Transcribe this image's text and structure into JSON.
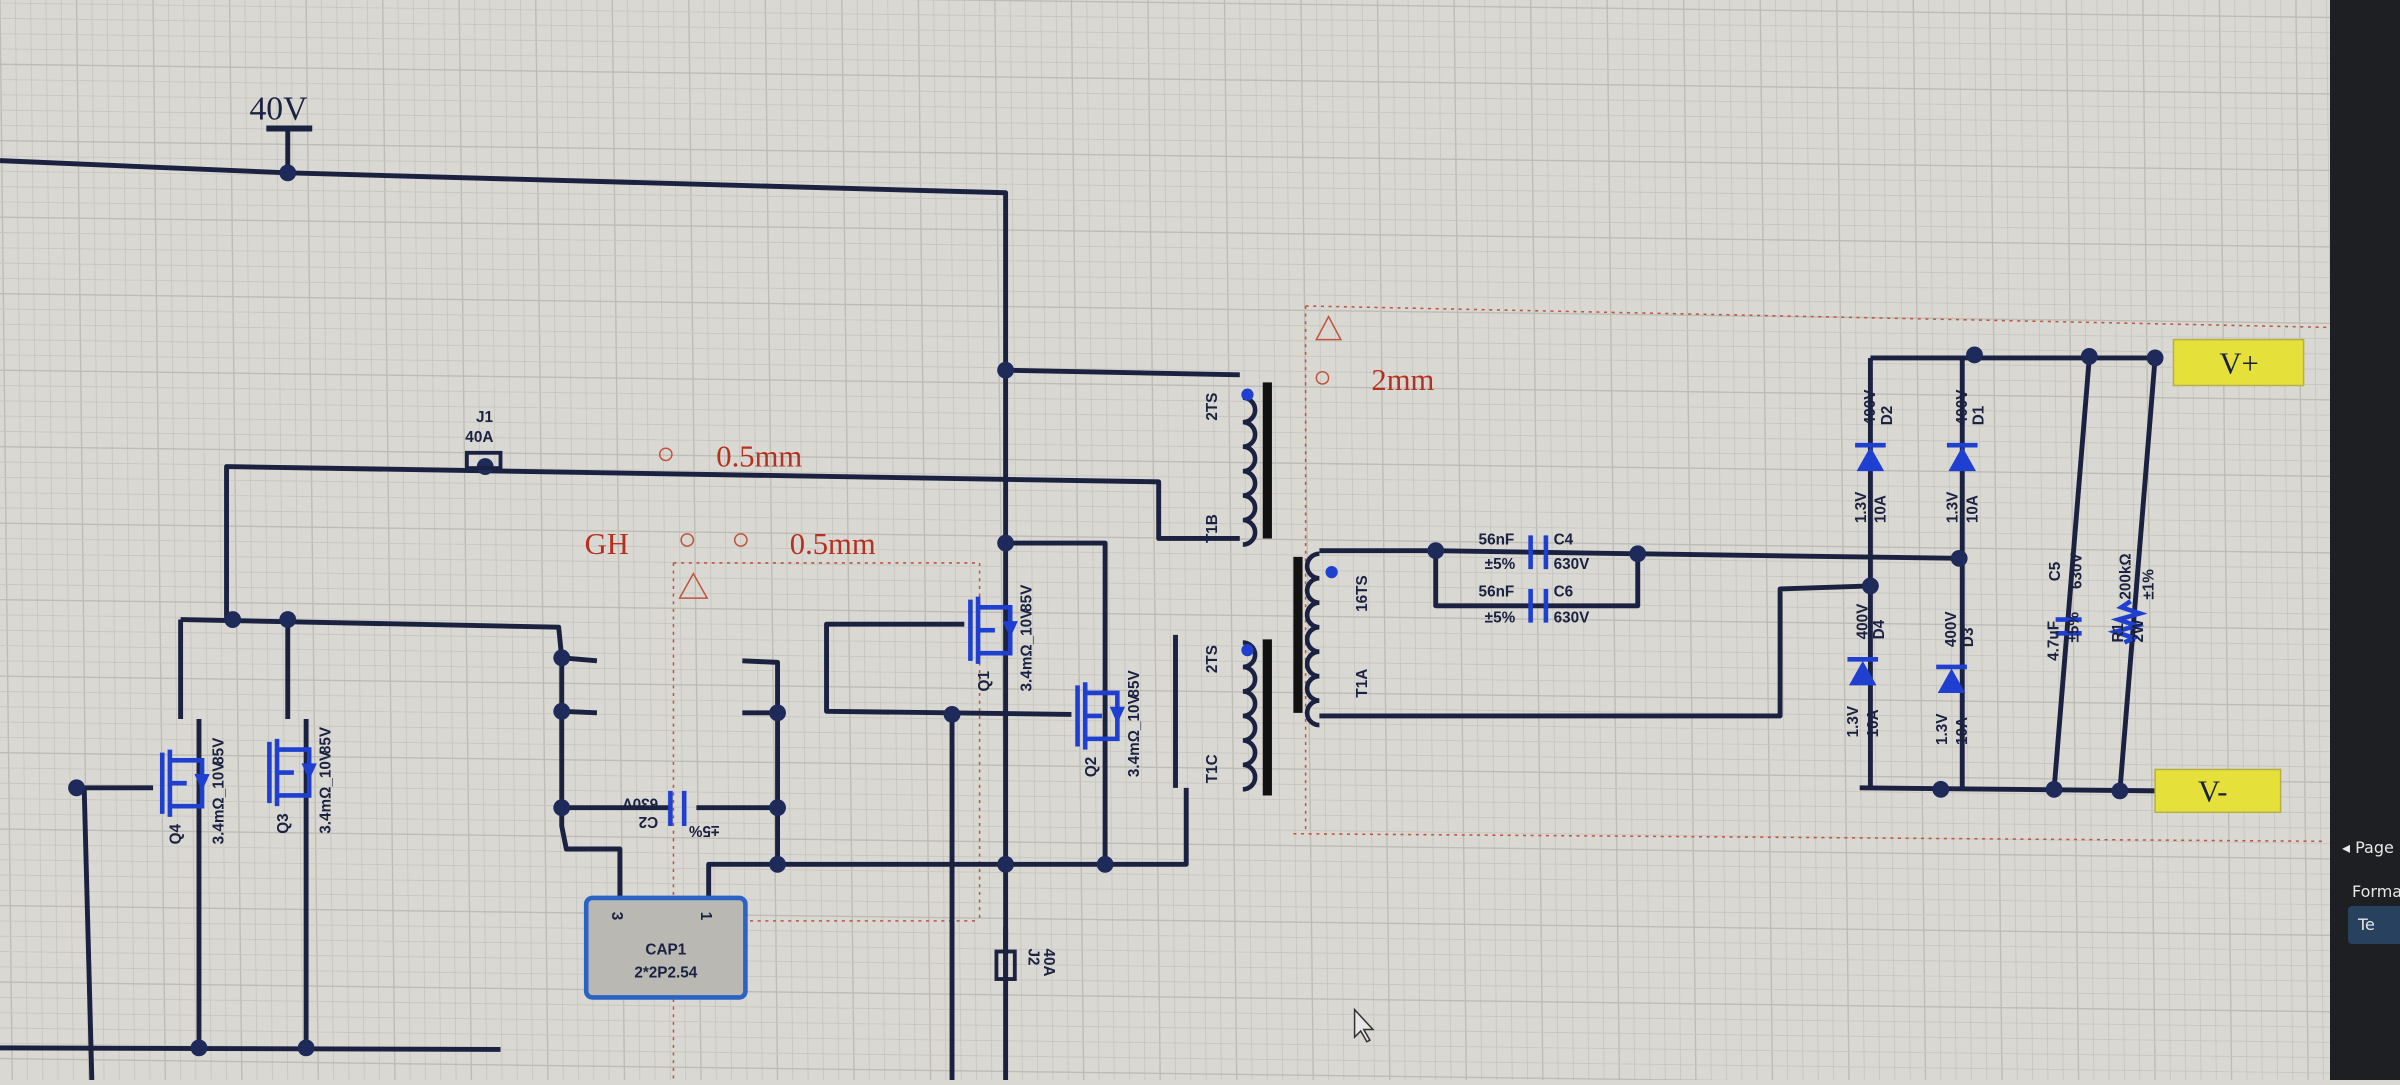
{
  "supply": {
    "label": "40V"
  },
  "connectors": {
    "J1": {
      "ref": "J1",
      "rating": "40A"
    },
    "J2": {
      "ref": "J2",
      "rating": "40A"
    }
  },
  "annotations": {
    "gap1": "0.5mm",
    "gap2": "0.5mm",
    "gap3": "2mm",
    "gh": "GH"
  },
  "mosfets": [
    {
      "ref": "Q1",
      "vds": "85V",
      "rds": "3.4mΩ_10V"
    },
    {
      "ref": "Q2",
      "vds": "85V",
      "rds": "3.4mΩ_10V"
    },
    {
      "ref": "Q3",
      "vds": "85V",
      "rds": "3.4mΩ_10V"
    },
    {
      "ref": "Q4",
      "vds": "85V",
      "rds": "3.4mΩ_10V"
    }
  ],
  "transformer": {
    "T1A": {
      "ref": "T1A",
      "turns": "16TS"
    },
    "T1B": {
      "ref": "T1B",
      "turns": "2TS"
    },
    "T1C": {
      "ref": "T1C",
      "turns": "2TS"
    }
  },
  "capacitors": {
    "C2": {
      "ref": "C2",
      "value": "",
      "tol": "±5%",
      "volt": "630V"
    },
    "C4": {
      "ref": "C4",
      "value": "56nF",
      "tol": "±5%",
      "volt": "630V"
    },
    "C6": {
      "ref": "C6",
      "value": "56nF",
      "tol": "±5%",
      "volt": "630V"
    },
    "C5": {
      "ref": "C5",
      "value": "4.7uF",
      "tol": "±5%",
      "volt": "630V"
    }
  },
  "cap_module": {
    "ref": "CAP1",
    "value": "2*2P2.54",
    "pin_left": "3",
    "pin_right": "1"
  },
  "diodes": [
    {
      "ref": "D1",
      "vr": "400V",
      "vf": "1.3V",
      "if": "10A"
    },
    {
      "ref": "D2",
      "vr": "400V",
      "vf": "1.3V",
      "if": "10A"
    },
    {
      "ref": "D3",
      "vr": "400V",
      "vf": "1.3V",
      "if": "10A"
    },
    {
      "ref": "D4",
      "vr": "400V",
      "vf": "1.3V",
      "if": "10A"
    }
  ],
  "resistor": {
    "ref": "R1",
    "value": "200kΩ",
    "power": "2W",
    "tol": "±1%"
  },
  "ports": {
    "vplus": "V+",
    "vminus": "V-"
  },
  "side_panel": {
    "section": "Page",
    "format": "Forma",
    "button": "Te"
  },
  "colors": {
    "wire": "#1b2140",
    "component": "#1f3fd0",
    "port_fill": "#e6e03a",
    "annotation": "#b5301e",
    "canvas": "#d9d8d3"
  }
}
